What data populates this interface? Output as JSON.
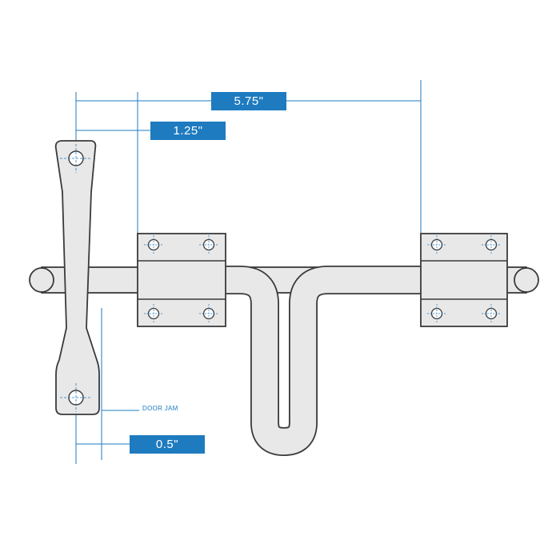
{
  "dimensions": {
    "overall_width": "5.75\"",
    "handle_offset": "1.25\"",
    "door_jam_gap": "0.5\""
  },
  "labels": {
    "door_jam": "DOOR JAM"
  },
  "colors": {
    "accent": "#1E7BC0",
    "outline": "#3a3a3a",
    "part_fill": "#e8e8e8",
    "background": "#ffffff"
  }
}
